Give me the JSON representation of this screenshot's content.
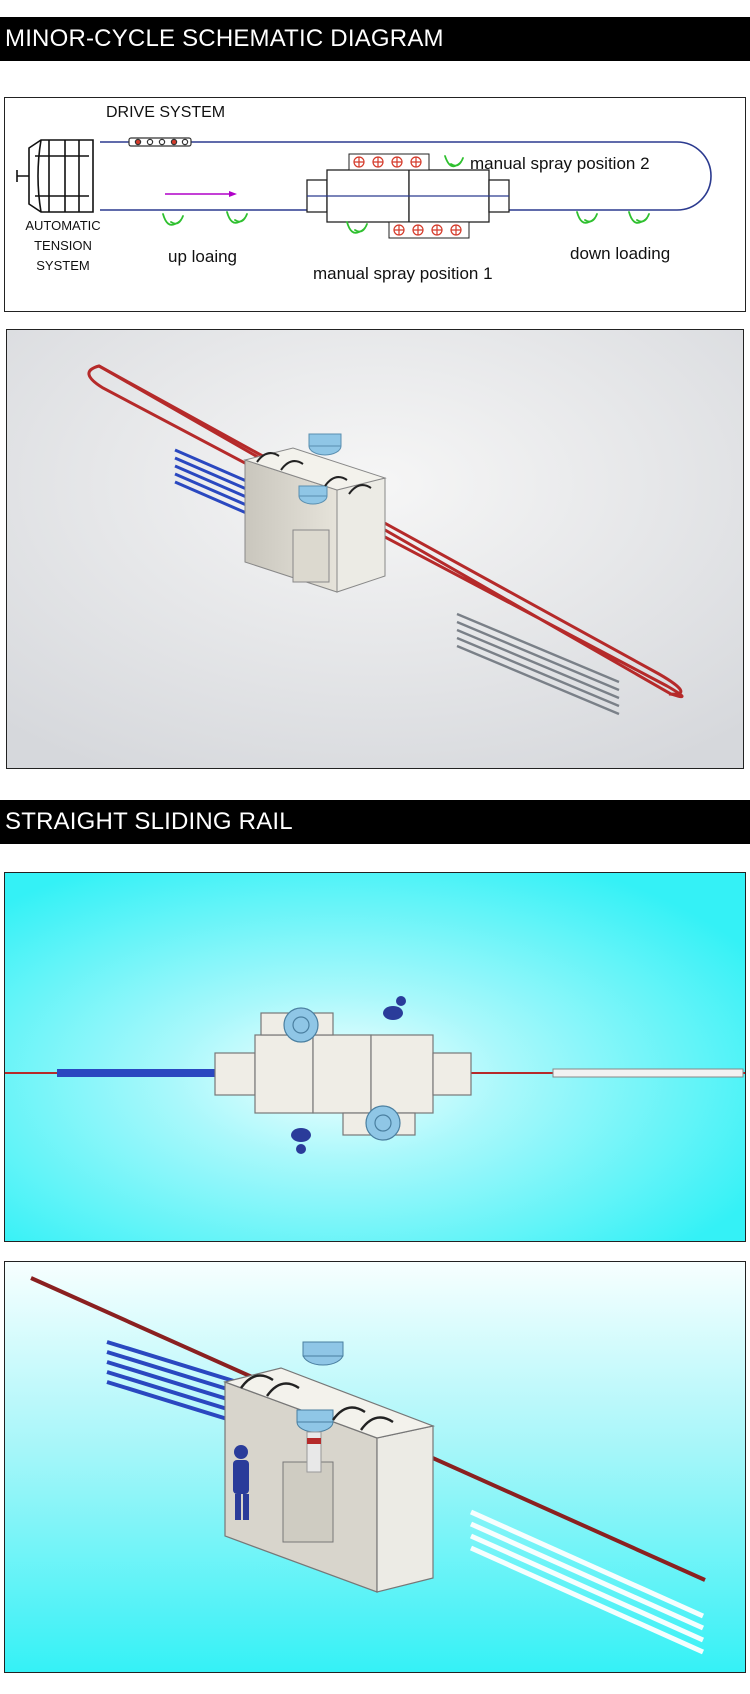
{
  "sections": [
    {
      "title": "MINOR-CYCLE SCHEMATIC DIAGRAM"
    },
    {
      "title": "STRAIGHT SLIDING RAIL"
    }
  ],
  "schematic": {
    "labels": {
      "drive_system": "DRIVE SYSTEM",
      "tension_line1": "AUTOMATIC",
      "tension_line2": "TENSION",
      "tension_line3": "SYSTEM",
      "up_loading": "up loaing",
      "down_loading": "down loading",
      "spray_position_1": "manual spray position 1",
      "spray_position_2": "manual spray position 2"
    },
    "colors": {
      "track": "#2b3a8f",
      "arrow": "#b000c8",
      "hook": "#2fc02f",
      "gun_cross": "#d43a2a"
    }
  },
  "renders": {
    "colors": {
      "rail": "#b52a2a",
      "booth": "#d8d5cc",
      "cyclone": "#8fc6e6",
      "parts": "#2a48c0",
      "cyan_floor": "#34f1f6"
    }
  }
}
